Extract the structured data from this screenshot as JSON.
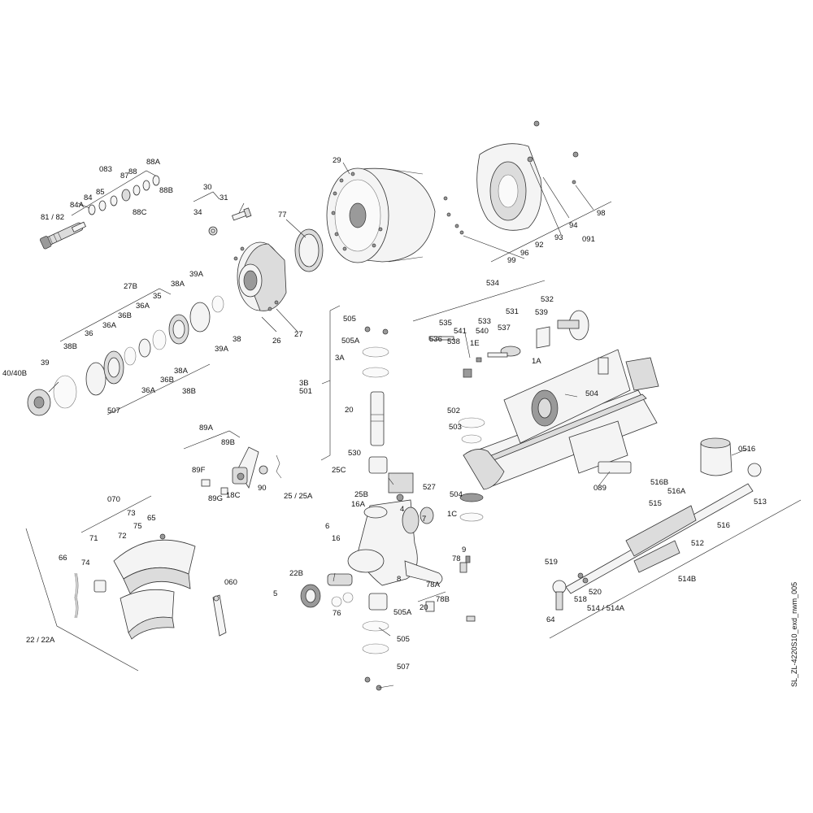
{
  "drawing_code": "SL_ZL-4220S10_exd_nwm_005",
  "callouts": [
    "083",
    "88A",
    "88",
    "87",
    "88B",
    "85",
    "84",
    "84A",
    "88C",
    "81 / 82",
    "30",
    "31",
    "34",
    "29",
    "77",
    "99",
    "96",
    "92",
    "93",
    "94",
    "98",
    "091",
    "27B",
    "39A",
    "38A",
    "35",
    "36A",
    "36B",
    "36",
    "38B",
    "39",
    "40/40B",
    "26",
    "27",
    "36A",
    "36B",
    "36A",
    "38A",
    "39A",
    "38",
    "38B",
    "507",
    "505",
    "505A",
    "3A",
    "3B",
    "501",
    "20",
    "530",
    "534",
    "535",
    "541",
    "533",
    "540",
    "531",
    "532",
    "539",
    "537",
    "536",
    "538",
    "1E",
    "1A",
    "504",
    "502",
    "503",
    "504",
    "1C",
    "089",
    "89A",
    "89B",
    "89F",
    "89G",
    "18C",
    "90",
    "25 / 25A",
    "25C",
    "25B",
    "4",
    "16A",
    "6",
    "16",
    "7",
    "527",
    "0516",
    "516B",
    "516A",
    "515",
    "513",
    "516",
    "512",
    "514B",
    "519",
    "520",
    "518",
    "514 / 514A",
    "64",
    "070",
    "73",
    "65",
    "71",
    "72",
    "75",
    "66",
    "74",
    "060",
    "22 / 22A",
    "22B",
    "5",
    "76",
    "8",
    "9",
    "78",
    "78A",
    "78B",
    "20",
    "505A",
    "505",
    "507"
  ],
  "icon_names": [
    "brake-drum-icon",
    "dust-shield-icon",
    "axle-beam-icon",
    "steering-knuckle-icon",
    "tie-rod-icon",
    "brake-chamber-icon",
    "brake-shoe-icon",
    "slack-adjuster-icon",
    "hub-icon",
    "bearing-icon"
  ]
}
